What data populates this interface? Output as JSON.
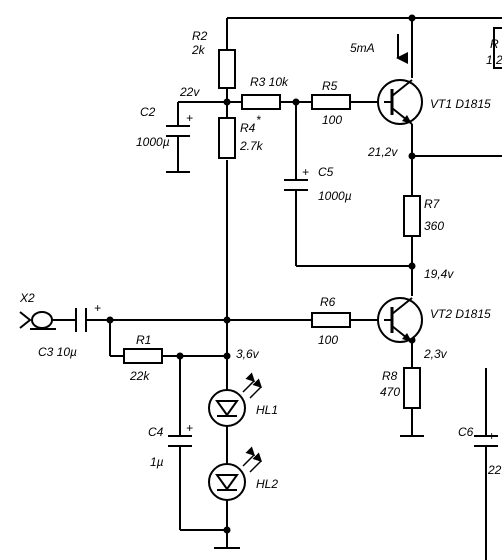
{
  "labels": {
    "r2_name": "R2",
    "r2_val": "2k",
    "v22": "22v",
    "c2_name": "C2",
    "c2_val": "1000µ",
    "c2_pol": "+",
    "r3": "R3 10k",
    "r4_name": "R4",
    "r4_star": "*",
    "r4_val": "2.7k",
    "r5_name": "R5",
    "r5_val": "100",
    "c5_name": "C5",
    "c5_pol": "+",
    "c5_val": "1000µ",
    "i5ma": "5mA",
    "vt1": "VT1  D1815",
    "v21": "21,2v",
    "r7_name": "R7",
    "r7_val": "360",
    "v19": "19,4v",
    "x2": "X2",
    "c3": "C3  10µ",
    "c3_pol": "+",
    "r6_name": "R6",
    "r6_val": "100",
    "vt2": "VT2  D1815",
    "r1_name": "R1",
    "r1_val": "22k",
    "v36": "3,6v",
    "v23": "2,3v",
    "r8_name": "R8",
    "r8_val": "470",
    "hl1": "HL1",
    "hl2": "HL2",
    "c4_name": "C4",
    "c4_pol": "+",
    "c4_val": "1µ",
    "c6_name": "C6",
    "c6_pol": "+",
    "c6_val_partial": "22",
    "r_edge_name": "R",
    "r_edge_val": "1.2"
  }
}
